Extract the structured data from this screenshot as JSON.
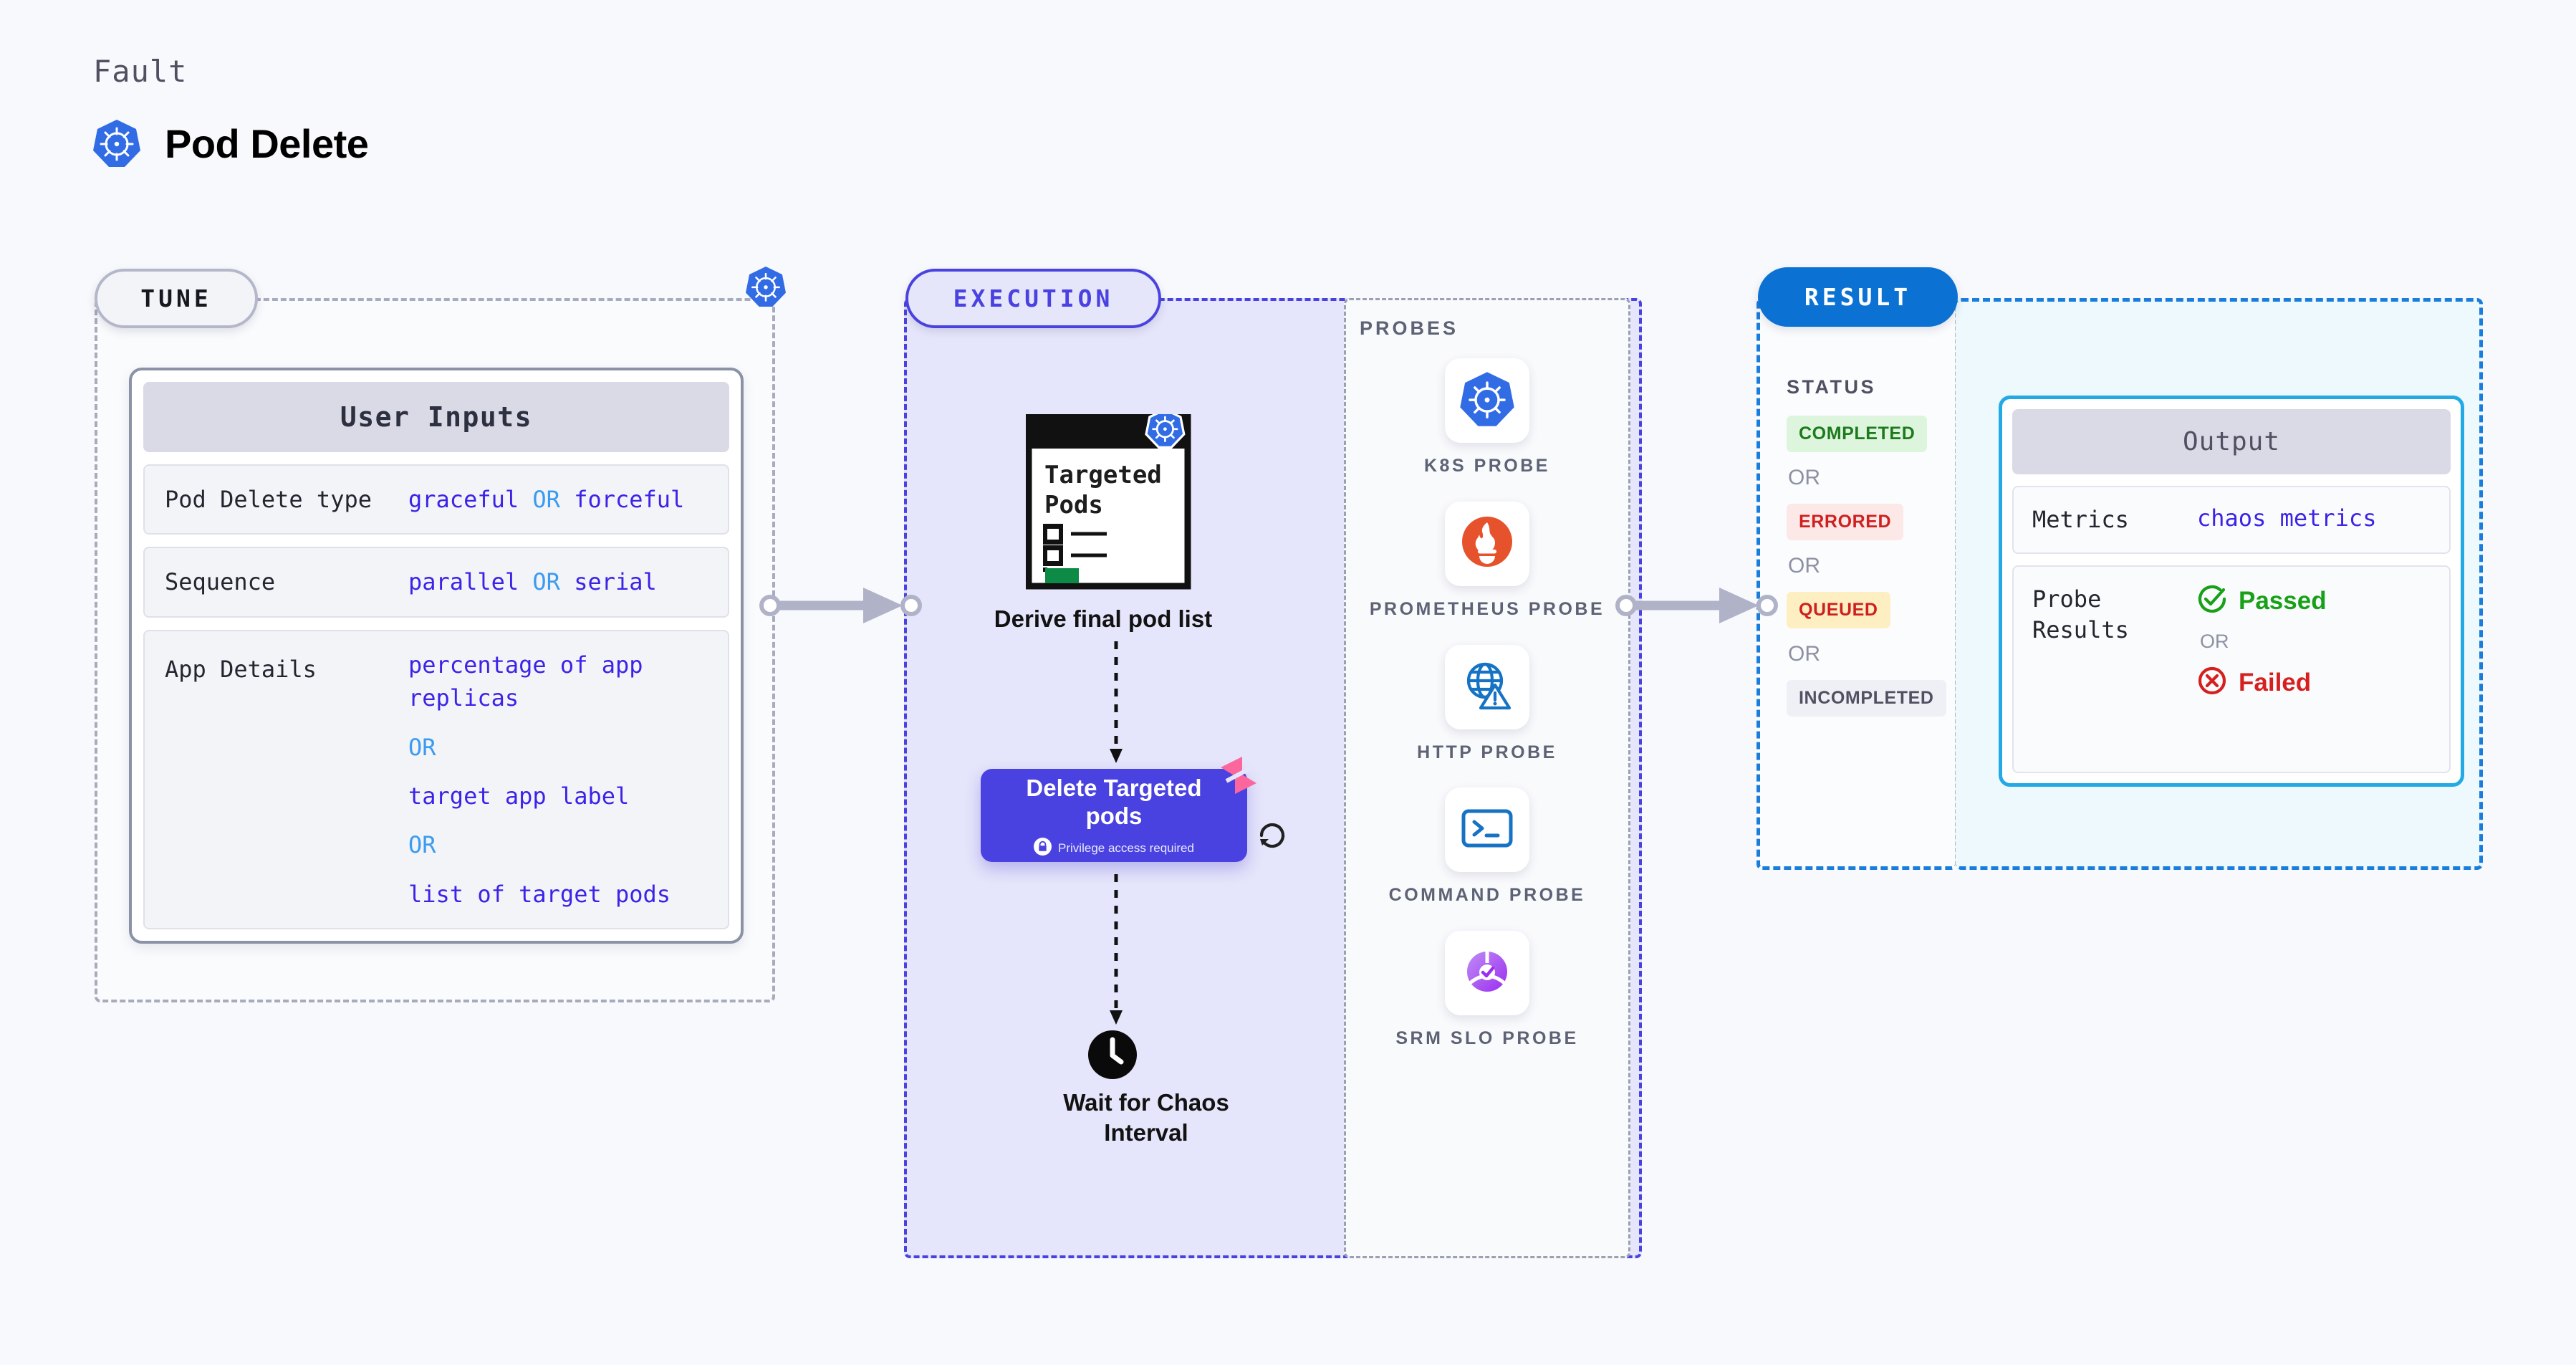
{
  "header": {
    "eyebrow": "Fault",
    "title": "Pod Delete",
    "icon": "kubernetes-icon"
  },
  "sections": {
    "tune": {
      "badge": "TUNE"
    },
    "execution": {
      "badge": "EXECUTION"
    },
    "result": {
      "badge": "RESULT"
    }
  },
  "tune": {
    "card_title": "User Inputs",
    "rows": [
      {
        "label": "Pod Delete type",
        "value_a": "graceful",
        "or": "OR",
        "value_b": "forceful"
      },
      {
        "label": "Sequence",
        "value_a": "parallel",
        "or": "OR",
        "value_b": "serial"
      }
    ],
    "app_details": {
      "label": "App Details",
      "option_1": "percentage of app replicas",
      "or_1": "OR",
      "option_2": "target app label",
      "or_2": "OR",
      "option_3": "list of target pods"
    }
  },
  "execution": {
    "derive_node": {
      "doc_title_line1": "Targeted",
      "doc_title_line2": "Pods",
      "caption": "Derive final pod list",
      "badge_icon": "kubernetes-icon"
    },
    "delete_node": {
      "title_line1": "Delete Targeted",
      "title_line2": "pods",
      "privilege_text": "Privilege access required",
      "privilege_icon": "lock-icon",
      "corner_badge_icon": "harness-ribbon-icon",
      "loop_icon": "refresh-loop-icon"
    },
    "wait_node": {
      "caption_line1": "Wait for Chaos",
      "caption_line2": "Interval",
      "icon": "clock-icon"
    }
  },
  "probes": {
    "title": "PROBES",
    "items": [
      {
        "label": "K8S PROBE",
        "icon": "kubernetes-icon"
      },
      {
        "label": "PROMETHEUS PROBE",
        "icon": "prometheus-flame-icon"
      },
      {
        "label": "HTTP PROBE",
        "icon": "globe-warning-icon"
      },
      {
        "label": "COMMAND PROBE",
        "icon": "terminal-icon"
      },
      {
        "label": "SRM SLO PROBE",
        "icon": "srm-slo-check-icon"
      }
    ]
  },
  "result": {
    "status_title": "STATUS",
    "statuses": [
      {
        "label": "COMPLETED",
        "color": "#1d7a1d",
        "bg": "#ddf5dd"
      },
      {
        "label": "ERRORED",
        "color": "#cf2020",
        "bg": "#fde8e8"
      },
      {
        "label": "QUEUED",
        "color": "#cf2020",
        "bg": "#fdefc2"
      },
      {
        "label": "INCOMPLETED",
        "color": "#4f5162",
        "bg": "#eff0f5"
      }
    ],
    "or_labels": [
      "OR",
      "OR",
      "OR"
    ],
    "output": {
      "card_title": "Output",
      "metrics_label": "Metrics",
      "metrics_value": "chaos metrics",
      "probe_results_label": "Probe Results",
      "passed_label": "Passed",
      "passed_icon": "check-circle-icon",
      "or_label": "OR",
      "failed_label": "Failed",
      "failed_icon": "x-circle-icon"
    }
  },
  "colors": {
    "accent_purple": "#4a42e0",
    "accent_blue": "#0b72d4",
    "value_purple": "#3b23e8",
    "or_blue": "#3a9bf0",
    "k8s_blue": "#326ce5",
    "prometheus_orange": "#e6522c",
    "success_green": "#18a018",
    "danger_red": "#d62020",
    "ribbon_pink": "#fb679d",
    "cyan_border": "#23aae5"
  }
}
